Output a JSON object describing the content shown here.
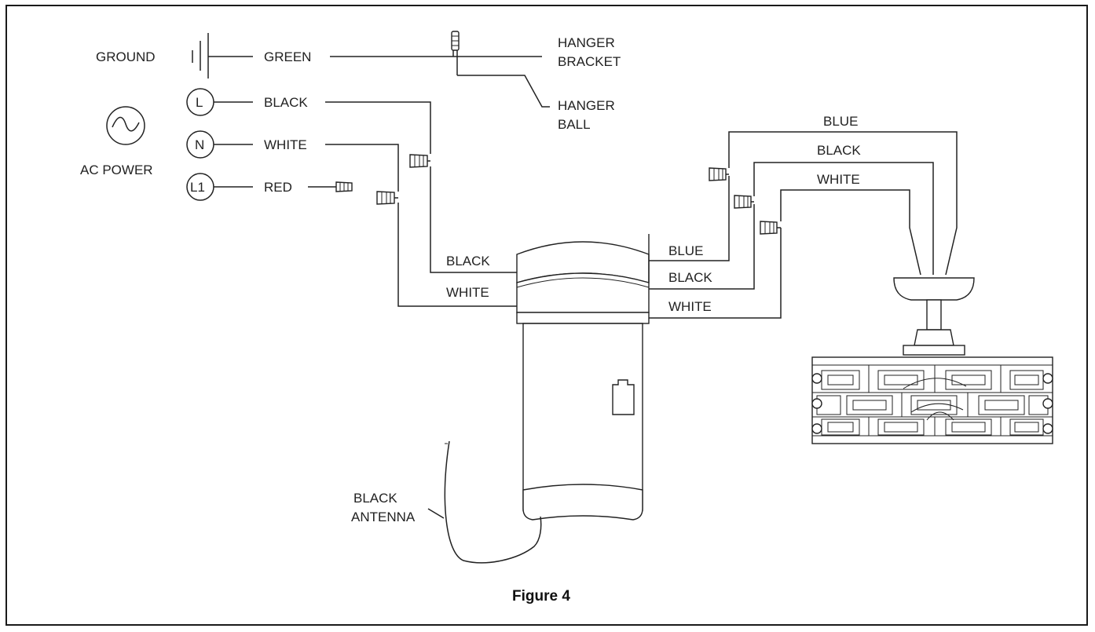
{
  "labels": {
    "ground": "GROUND",
    "green": "GREEN",
    "hanger_bracket_1": "HANGER",
    "hanger_bracket_2": "BRACKET",
    "hanger_ball_1": "HANGER",
    "hanger_ball_2": "BALL",
    "l_symbol": "L",
    "n_symbol": "N",
    "l1_symbol": "L1",
    "ac_power": "AC POWER",
    "supply_black": "BLACK",
    "supply_white": "WHITE",
    "supply_red": "RED",
    "receiver_in_black": "BLACK",
    "receiver_in_white": "WHITE",
    "receiver_out_blue": "BLUE",
    "receiver_out_black": "BLACK",
    "receiver_out_white": "WHITE",
    "fan_blue": "BLUE",
    "fan_black": "BLACK",
    "fan_white": "WHITE",
    "antenna_1": "BLACK",
    "antenna_2": "ANTENNA"
  },
  "caption": "Figure 4"
}
